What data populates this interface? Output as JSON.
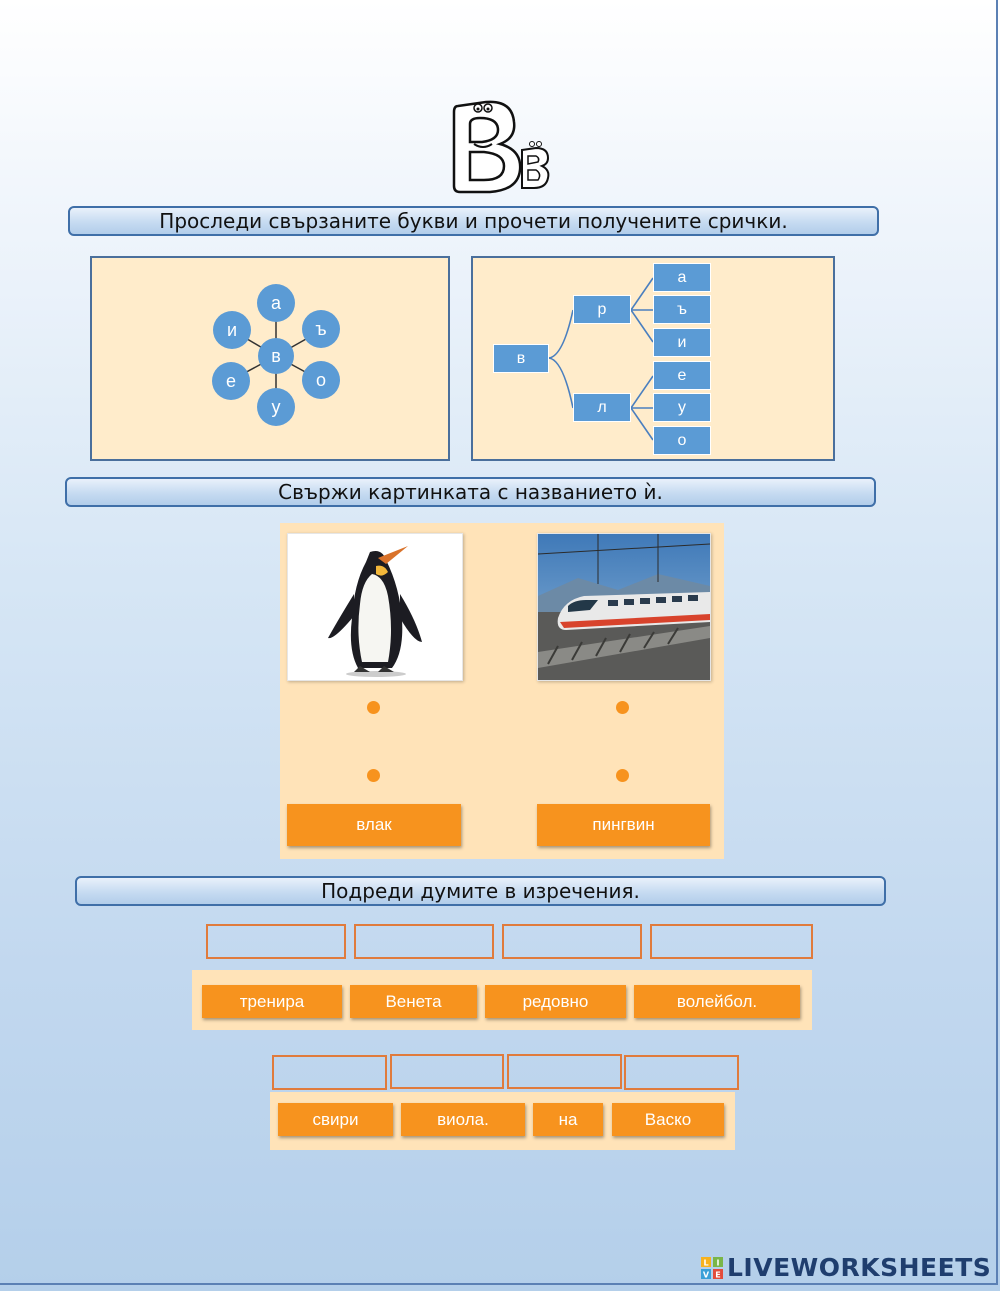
{
  "header": {
    "letter_upper": "B",
    "letter_lower": "B"
  },
  "task1": {
    "title": "Проследи свързаните букви и прочети получените срички.",
    "wheel": {
      "center": "в",
      "letters": [
        "а",
        "ъ",
        "о",
        "у",
        "е",
        "и"
      ]
    },
    "tree": {
      "root": "в",
      "branch_top": "р",
      "branch_bottom": "л",
      "leaves": [
        "а",
        "ъ",
        "и",
        "е",
        "у",
        "о"
      ]
    }
  },
  "task2": {
    "title": "Свържи картинката с названието ѝ.",
    "words": [
      "влак",
      "пингвин"
    ],
    "images": [
      "penguin-image",
      "train-image"
    ]
  },
  "task3": {
    "title": "Подреди думите в изречения.",
    "sentence1_words": [
      "тренира",
      "Венета",
      "редовно",
      "волейбол."
    ],
    "sentence2_words": [
      "свири",
      "виола.",
      "на",
      "Васко"
    ]
  },
  "footer": {
    "brand": "LIVEWORKSHEETS",
    "logo_letters": [
      "L",
      "I",
      "V",
      "E"
    ]
  },
  "colors": {
    "accent_orange": "#f7931e",
    "node_blue": "#5b9bd5",
    "panel_bg": "#ffeccb",
    "banner_border": "#3f6fa8"
  }
}
